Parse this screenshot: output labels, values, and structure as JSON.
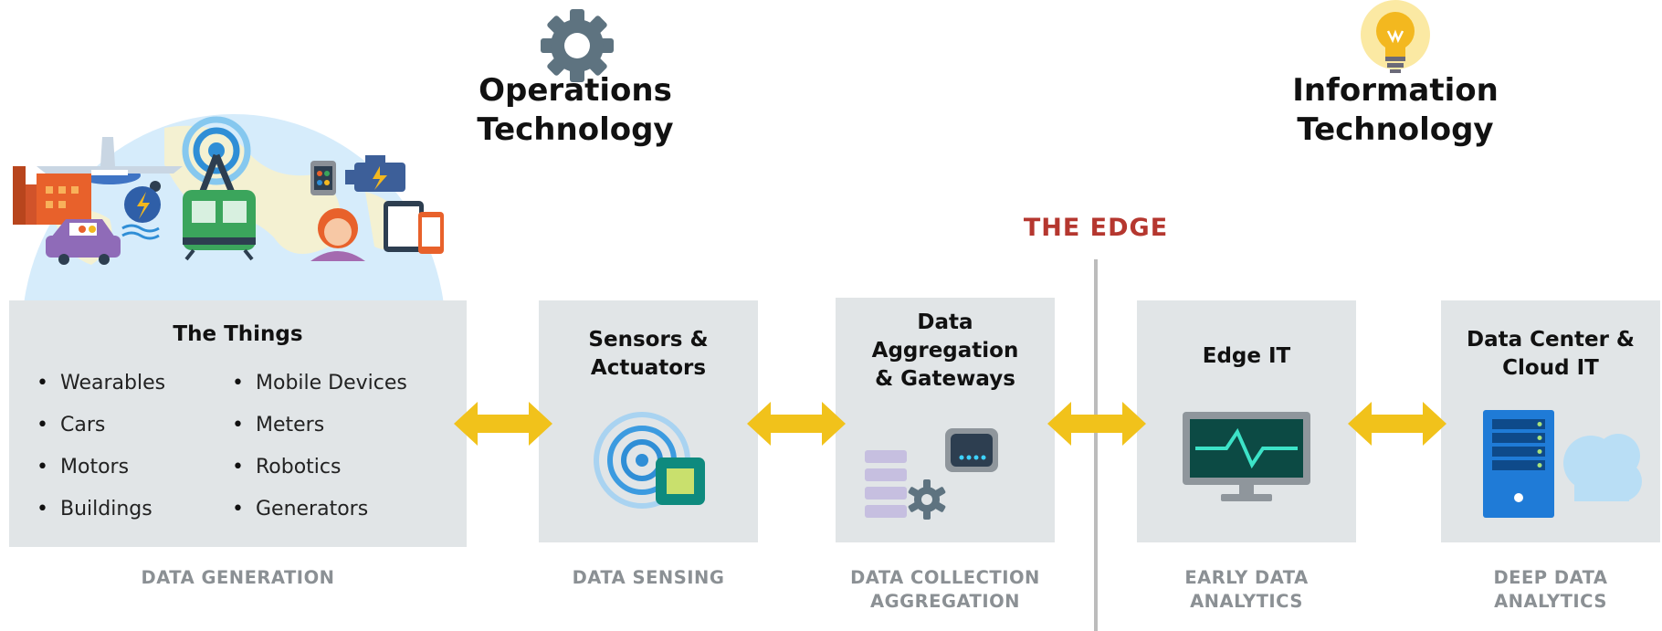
{
  "headings": {
    "ot": [
      "Operations",
      "Technology"
    ],
    "it": [
      "Information",
      "Technology"
    ],
    "edge": "THE EDGE"
  },
  "icons": {
    "ot": "gear-icon",
    "it": "lightbulb-icon"
  },
  "stages": [
    {
      "title": "The Things",
      "items_left": [
        "Wearables",
        "Cars",
        "Motors",
        "Buildings"
      ],
      "items_right": [
        "Mobile Devices",
        "Meters",
        "Robotics",
        "Generators"
      ],
      "caption": [
        "DATA GENERATION"
      ]
    },
    {
      "title": [
        "Sensors &",
        "Actuators"
      ],
      "icon": "sensor-signal-icon",
      "caption": [
        "DATA SENSING"
      ]
    },
    {
      "title": [
        "Data",
        "Aggregation",
        "& Gateways"
      ],
      "icon": "gateway-icon",
      "caption": [
        "DATA COLLECTION",
        "AGGREGATION"
      ]
    },
    {
      "title": [
        "Edge IT"
      ],
      "icon": "monitor-pulse-icon",
      "caption": [
        "EARLY DATA",
        "ANALYTICS"
      ]
    },
    {
      "title": [
        "Data Center &",
        "Cloud IT"
      ],
      "icon": "server-cloud-icon",
      "caption": [
        "DEEP DATA",
        "ANALYTICS"
      ]
    }
  ],
  "colors": {
    "box": "#e1e5e7",
    "arrow": "#f1c21b",
    "edge": "#b5372f",
    "caption": "#8b9094",
    "teal": "#0e8a7e"
  }
}
